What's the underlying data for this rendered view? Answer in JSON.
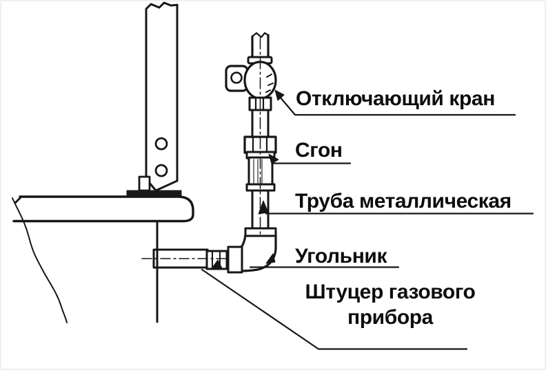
{
  "diagram": {
    "type": "technical-schematic",
    "subject": "gas appliance piping connection",
    "labels": {
      "shutoff_valve": "Отключающий кран",
      "nipple": "Сгон",
      "metal_pipe": "Труба металлическая",
      "elbow": "Угольник",
      "fitting_line1": "Штуцер газового",
      "fitting_line2": "прибора"
    },
    "colors": {
      "line": "#161616",
      "text": "#0d0d0d",
      "background": "#ffffff",
      "plate_fill": "#1a1a1a"
    }
  }
}
